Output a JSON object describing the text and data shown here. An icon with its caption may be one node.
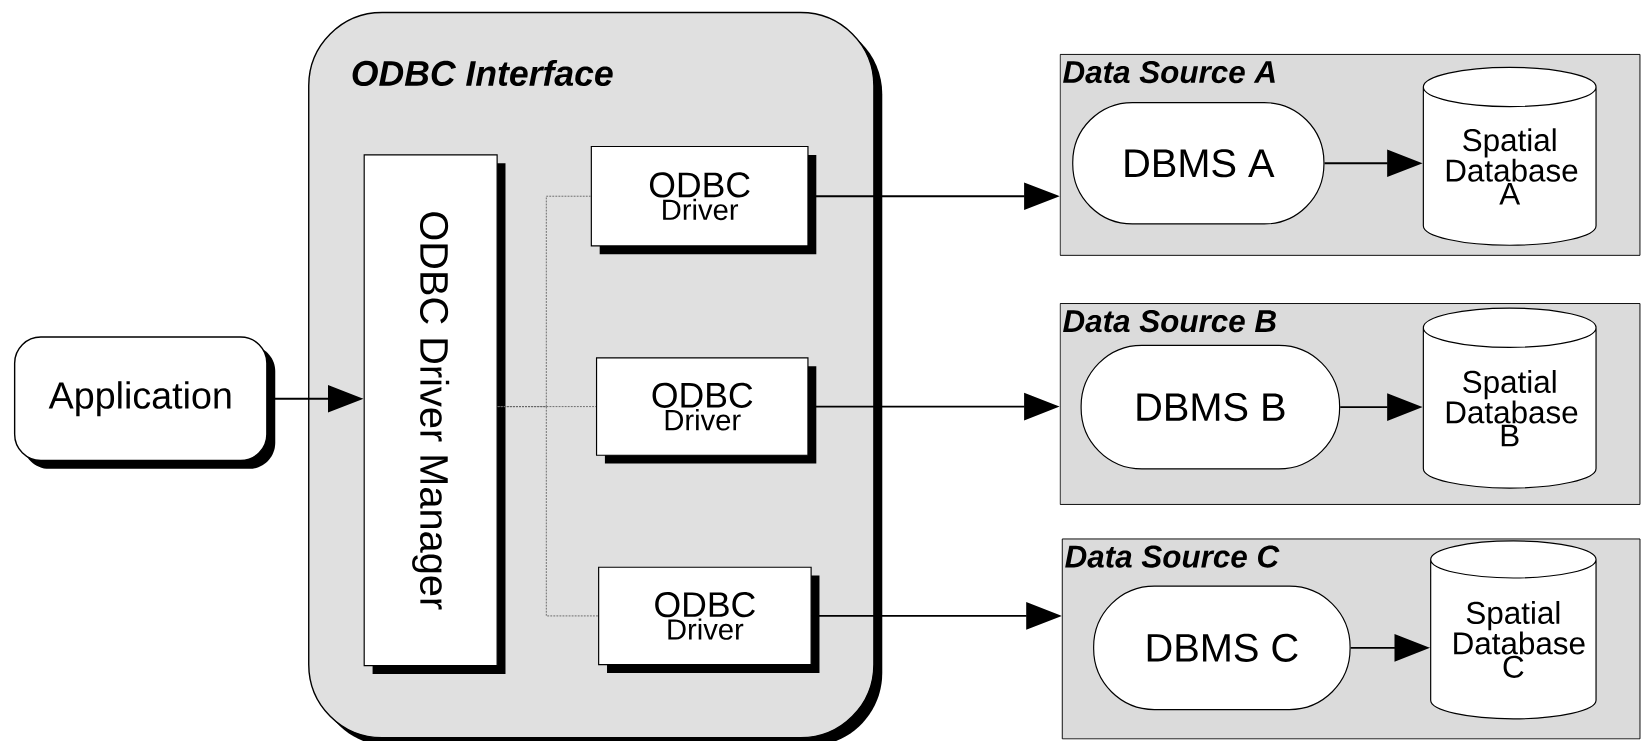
{
  "diagram": {
    "nodes": [
      {
        "text": [
          "Application"
        ]
      },
      {
        "text": [
          "ODBC Interface"
        ]
      },
      {
        "text": [
          "ODBC Driver Manager"
        ],
        "in": 1
      },
      {
        "text": [
          "ODBC",
          "Driver"
        ],
        "in": 1
      },
      {
        "text": [
          "ODBC",
          "Driver"
        ],
        "in": 1
      },
      {
        "text": [
          "ODBC",
          "Driver"
        ],
        "in": 1
      },
      {
        "text": [
          "Data Source A"
        ]
      },
      {
        "text": [
          "DBMS A"
        ],
        "in": 6
      },
      {
        "text": [
          "Spatial Database A"
        ],
        "in": 6
      },
      {
        "text": [
          "Data Source B"
        ]
      },
      {
        "text": [
          "DBMS B"
        ],
        "in": 9
      },
      {
        "text": [
          "Spatial Database B"
        ],
        "in": 9
      },
      {
        "text": [
          "Data Source C"
        ]
      },
      {
        "text": [
          "DBMS C"
        ],
        "in": 12
      },
      {
        "text": [
          "Spatial Database C"
        ],
        "in": 12
      }
    ],
    "edges": [
      {
        "from": 0,
        "to": 2,
        "arrow": "to"
      },
      {
        "from": 2,
        "to": 3,
        "arrow": "none",
        "style": "dashed",
        "color": "#666666"
      },
      {
        "from": 2,
        "to": 4,
        "arrow": "none",
        "style": "dashed",
        "color": "#666666"
      },
      {
        "from": 2,
        "to": 5,
        "arrow": "none",
        "style": "dashed",
        "color": "#666666"
      },
      {
        "from": 3,
        "to": 6,
        "arrow": "to"
      },
      {
        "from": 7,
        "to": 8,
        "arrow": "to"
      },
      {
        "from": 4,
        "to": 9,
        "arrow": "to"
      },
      {
        "from": 10,
        "to": 11,
        "arrow": "to"
      },
      {
        "from": 5,
        "to": 12,
        "arrow": "to"
      },
      {
        "from": 13,
        "to": 14,
        "arrow": "to"
      }
    ]
  }
}
